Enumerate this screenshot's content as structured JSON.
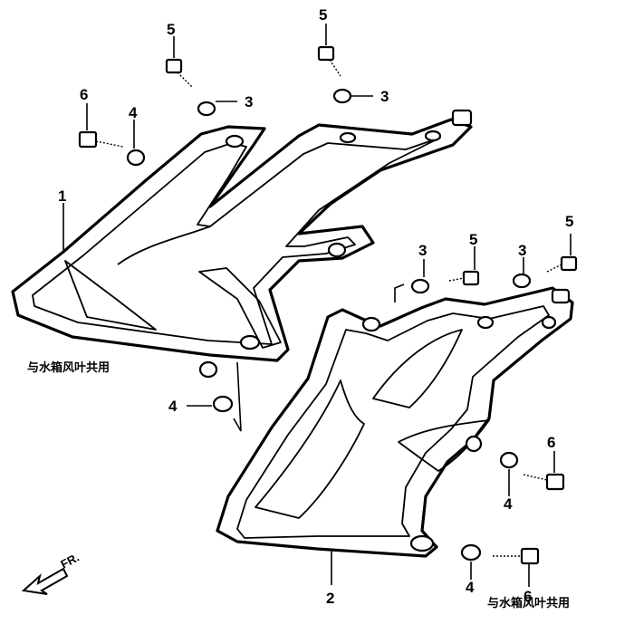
{
  "callouts": {
    "c1": "1",
    "c2": "2",
    "c3a": "3",
    "c3b": "3",
    "c3c": "3",
    "c3d": "3",
    "c4a": "4",
    "c4b": "4",
    "c4c": "4",
    "c4d": "4",
    "c5a": "5",
    "c5b": "5",
    "c5c": "5",
    "c5d": "5",
    "c6a": "6",
    "c6b": "6"
  },
  "notes": {
    "shared_left": "与水箱风叶共用",
    "shared_right": "与水箱风叶共用"
  },
  "front_indicator": "FR."
}
